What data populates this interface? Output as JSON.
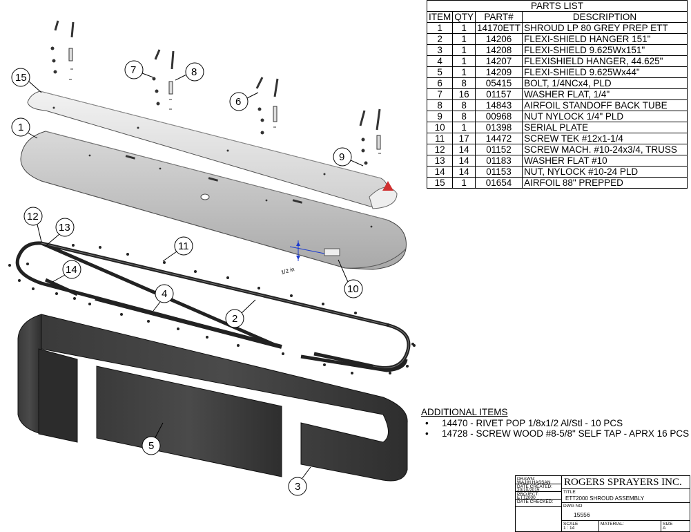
{
  "parts_list": {
    "title": "PARTS LIST",
    "headers": [
      "ITEM",
      "QTY",
      "PART#",
      "DESCRIPTION"
    ],
    "rows": [
      [
        "1",
        "1",
        "14170ETT",
        "SHROUD LP 80 GREY PREP ETT"
      ],
      [
        "2",
        "1",
        "14206",
        "FLEXI-SHIELD HANGER 151\""
      ],
      [
        "3",
        "1",
        "14208",
        "FLEXI-SHIELD 9.625Wx151\""
      ],
      [
        "4",
        "1",
        "14207",
        "FLEXISHIELD HANGER, 44.625\""
      ],
      [
        "5",
        "1",
        "14209",
        "FLEXI-SHIELD 9.625Wx44\""
      ],
      [
        "6",
        "8",
        "05415",
        "BOLT, 1/4NCx4, PLD"
      ],
      [
        "7",
        "16",
        "01157",
        "WASHER FLAT, 1/4\""
      ],
      [
        "8",
        "8",
        "14843",
        "AIRFOIL STANDOFF BACK TUBE"
      ],
      [
        "9",
        "8",
        "00968",
        "NUT NYLOCK 1/4\" PLD"
      ],
      [
        "10",
        "1",
        "01398",
        "SERIAL PLATE"
      ],
      [
        "11",
        "17",
        "14472",
        "SCREW TEK #12x1-1/4"
      ],
      [
        "12",
        "14",
        "01152",
        "SCREW MACH. #10-24x3/4, TRUSS"
      ],
      [
        "13",
        "14",
        "01183",
        "WASHER FLAT #10"
      ],
      [
        "14",
        "14",
        "01153",
        "NUT, NYLOCK #10-24 PLD"
      ],
      [
        "15",
        "1",
        "01654",
        "AIRFOIL 88\" PREPPED"
      ]
    ]
  },
  "additional_items": {
    "heading": "ADDITIONAL ITEMS",
    "items": [
      "14470 - RIVET POP 1/8x1/2 Al/Stl - 10 PCS",
      "14728 - SCREW WOOD #8-5/8\" SELF TAP - APRX 16 PCS"
    ]
  },
  "title_block": {
    "drawn_label": "DRAWN:",
    "drawn_by": "WAJIH HASSAN",
    "date_created_label": "DATE CREATED:",
    "date_created": "20/10/2015",
    "project_label": "PROJECT:",
    "project": "ETT2000",
    "date_checked_label": "DATE CHECKED:",
    "company": "ROGERS SPRAYERS INC.",
    "title_label": "TITLE",
    "title": "ETT2000 SHROUD ASSEMBLY",
    "dwg_no_label": "DWG NO",
    "dwg_no": "15556",
    "scale_label": "SCALE",
    "scale": "1 : 14",
    "material_label": "MATERIAL:",
    "size_label": "SIZE",
    "size": "A"
  },
  "drawing": {
    "balloons": [
      "1",
      "2",
      "3",
      "4",
      "5",
      "6",
      "7",
      "8",
      "9",
      "10",
      "11",
      "12",
      "13",
      "14",
      "15"
    ],
    "dimension_label": "1/2 in"
  }
}
